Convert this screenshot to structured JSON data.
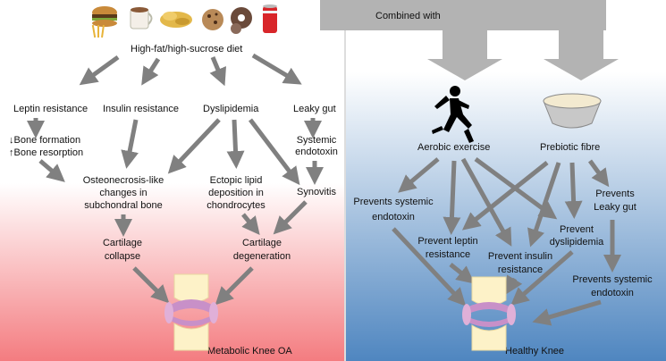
{
  "left": {
    "diet_label": "High-fat/high-sucrose diet",
    "leptin": "Leptin resistance",
    "insulin": "Insulin resistance",
    "dyslipidemia": "Dyslipidemia",
    "leaky_gut": "Leaky gut",
    "bone_line1": "↓Bone formation",
    "bone_line2": "↑Bone resorption",
    "systemic_line1": "Systemic",
    "systemic_line2": "endotoxin",
    "osteo_line1": "Osteonecrosis-like",
    "osteo_line2": "changes in",
    "osteo_line3": "subchondral bone",
    "ectopic_line1": "Ectopic lipid",
    "ectopic_line2": "deposition in",
    "ectopic_line3": "chondrocytes",
    "synovitis": "Synovitis",
    "collapse_line1": "Cartilage",
    "collapse_line2": "collapse",
    "degeneration_line1": "Cartilage",
    "degeneration_line2": "degeneration",
    "outcome": "Metabolic Knee OA"
  },
  "right": {
    "combined_with": "Combined with",
    "aerobic": "Aerobic exercise",
    "prebiotic": "Prebiotic fibre",
    "prevents_endotoxin_1_line1": "Prevents systemic",
    "prevents_endotoxin_1_line2": "endotoxin",
    "prevents_leaky_line1": "Prevents",
    "prevents_leaky_line2": "Leaky gut",
    "prevent_leptin_line1": "Prevent leptin",
    "prevent_leptin_line2": "resistance",
    "prevent_dyslipidemia_line1": "Prevent",
    "prevent_dyslipidemia_line2": "dyslipidemia",
    "prevent_insulin_line1": "Prevent insulin",
    "prevent_insulin_line2": "resistance",
    "prevents_endotoxin_2_line1": "Prevents systemic",
    "prevents_endotoxin_2_line2": "endotoxin",
    "outcome": "Healthy Knee"
  },
  "colors": {
    "arrow": "#808080",
    "left_bg_top": "#ffffff",
    "left_bg_bottom": "#f47c80",
    "right_bg_top": "#ffffff",
    "right_bg_bottom": "#4f86c0",
    "knee_cartilage": "#c890c8"
  },
  "icons": [
    "food-icons",
    "runner-icon",
    "fibre-bowl-icon",
    "knee-icon"
  ]
}
